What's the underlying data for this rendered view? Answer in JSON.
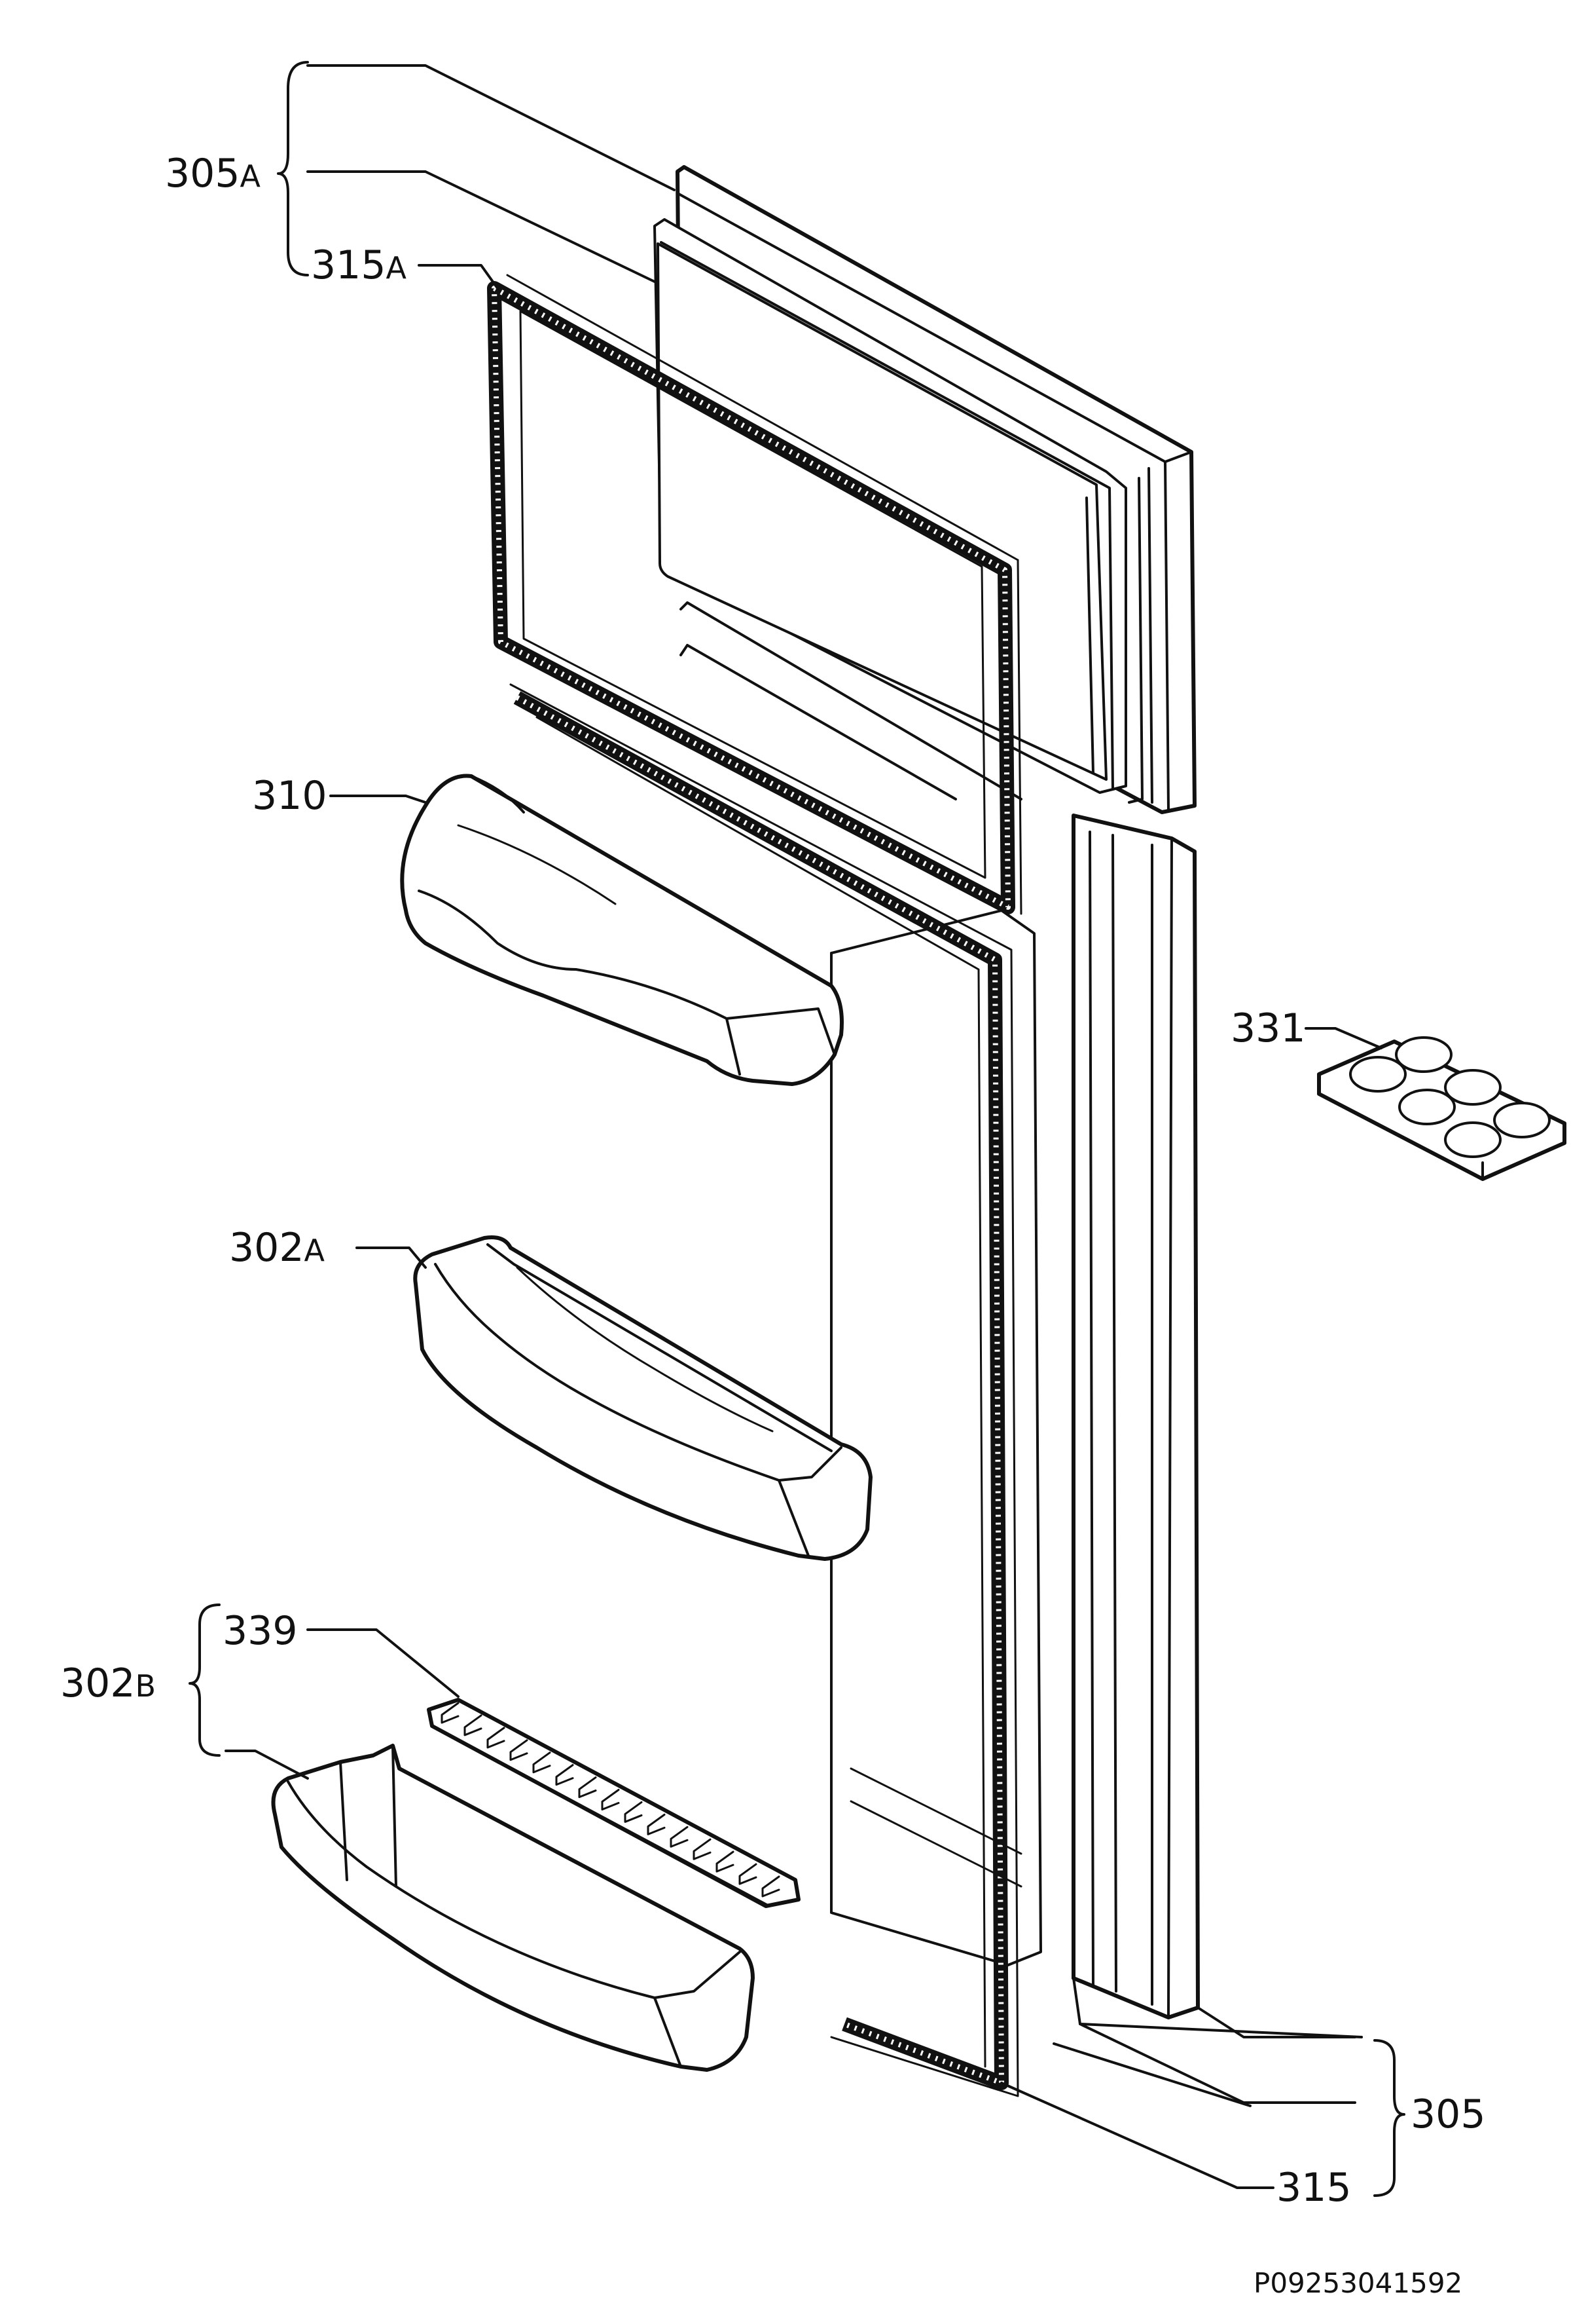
{
  "labels": {
    "door_assembly_top": "305",
    "door_assembly_top_suffix": "A",
    "gasket_top": "315",
    "gasket_top_suffix": "A",
    "dairy_cover": "310",
    "shelf_middle": "302",
    "shelf_middle_suffix": "A",
    "egg_tray": "331",
    "bottle_retainer": "339",
    "shelf_bottom": "302",
    "shelf_bottom_suffix": "B",
    "door_assembly_bottom": "305",
    "gasket_bottom": "315"
  },
  "drawing_code": "P09253041592",
  "colors": {
    "line": "#111111",
    "background": "#ffffff"
  }
}
